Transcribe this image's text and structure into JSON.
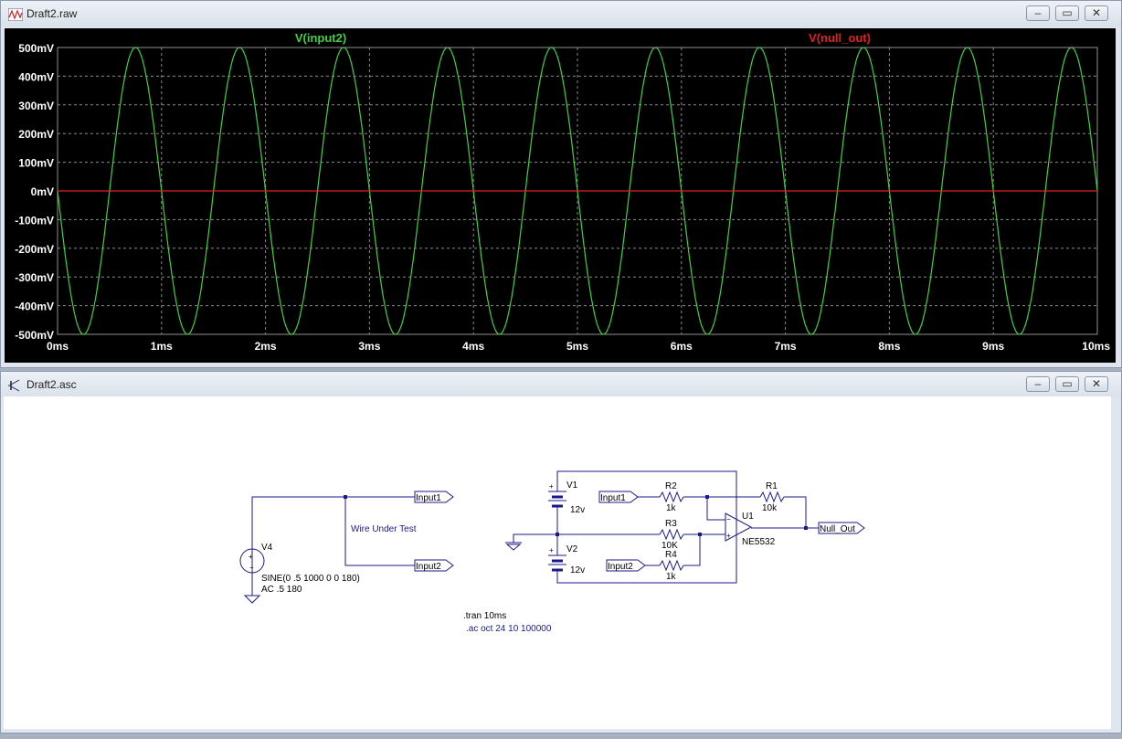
{
  "waveform_window": {
    "title": "Draft2.raw",
    "traces": [
      {
        "name": "V(input2)",
        "color": "#3fd33f"
      },
      {
        "name": "V(null_out)",
        "color": "#e02020"
      }
    ],
    "chart_data": {
      "type": "line",
      "x_tick_labels": [
        "0ms",
        "1ms",
        "2ms",
        "3ms",
        "4ms",
        "5ms",
        "6ms",
        "7ms",
        "8ms",
        "9ms",
        "10ms"
      ],
      "y_tick_labels": [
        "500mV",
        "400mV",
        "300mV",
        "200mV",
        "100mV",
        "0mV",
        "-100mV",
        "-200mV",
        "-300mV",
        "-400mV",
        "-500mV"
      ],
      "xlim": [
        0,
        10
      ],
      "ylim": [
        -500,
        500
      ],
      "grid": true,
      "series": [
        {
          "name": "V(input2)",
          "function": "sine",
          "amplitude": 500,
          "frequency_hz": 1000,
          "phase_deg": 180,
          "color": "#3fd33f"
        },
        {
          "name": "V(null_out)",
          "function": "constant",
          "value": 0,
          "color": "#e02020"
        }
      ]
    }
  },
  "schematic_window": {
    "title": "Draft2.asc",
    "labels": {
      "input1_a": "Input1",
      "input2_a": "Input2",
      "wire_under_test": "Wire Under Test",
      "v4": "V4",
      "v4_value1": "SINE(0 .5 1000 0 0 180)",
      "v4_value2": "AC .5 180",
      "v1": "V1",
      "v1_value": "12v",
      "v2": "V2",
      "v2_value": "12v",
      "input1_b": "Input1",
      "input2_b": "Input2",
      "r2": "R2",
      "r2_value": "1k",
      "r3": "R3",
      "r3_value": "10K",
      "r4": "R4",
      "r4_value": "1k",
      "r1": "R1",
      "r1_value": "10k",
      "u1": "U1",
      "u1_value": "NE5532",
      "null_out": "Null_Out",
      "tran": ".tran 10ms",
      "ac": ".ac oct 24 10 100000"
    }
  }
}
